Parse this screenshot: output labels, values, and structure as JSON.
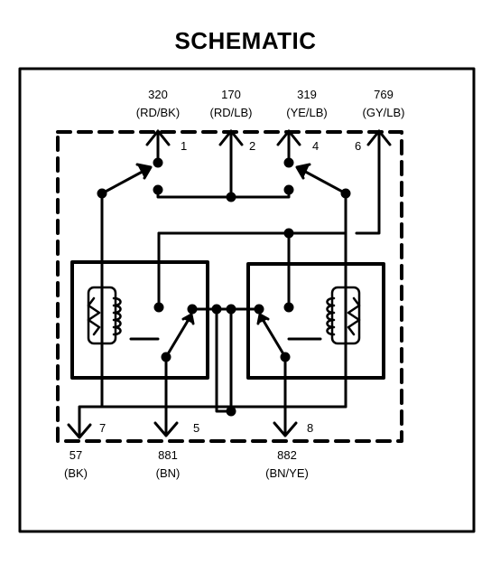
{
  "title": "SCHEMATIC",
  "top_terminals": [
    {
      "id": "t320",
      "circuit": "320",
      "color": "(RD/BK)",
      "pin": "1"
    },
    {
      "id": "t170",
      "circuit": "170",
      "color": "(RD/LB)",
      "pin": "2"
    },
    {
      "id": "t319",
      "circuit": "319",
      "color": "(YE/LB)",
      "pin": "4"
    },
    {
      "id": "t769",
      "circuit": "769",
      "color": "(GY/LB)",
      "pin": "6"
    }
  ],
  "bottom_terminals": [
    {
      "id": "t57",
      "circuit": "57",
      "color": "(BK)",
      "pin": "7"
    },
    {
      "id": "t881",
      "circuit": "881",
      "color": "(BN)",
      "pin": "5"
    },
    {
      "id": "t882",
      "circuit": "882",
      "color": "(BN/YE)",
      "pin": "8"
    }
  ]
}
